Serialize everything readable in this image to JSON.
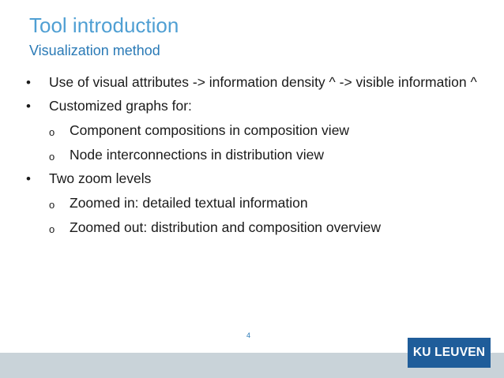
{
  "slide": {
    "title": "Tool introduction",
    "subtitle": "Visualization method",
    "items": [
      {
        "level": 1,
        "bullet": "•",
        "text": "Use of visual attributes -> information density ^ -> visible information ^"
      },
      {
        "level": 1,
        "bullet": "•",
        "text": "Customized graphs for:"
      },
      {
        "level": 2,
        "bullet": "o",
        "text": "Component compositions in composition view"
      },
      {
        "level": 2,
        "bullet": "o",
        "text": "Node interconnections in distribution view"
      },
      {
        "level": 1,
        "bullet": "•",
        "text": "Two zoom levels"
      },
      {
        "level": 2,
        "bullet": "o",
        "text": "Zoomed in: detailed textual information"
      },
      {
        "level": 2,
        "bullet": "o",
        "text": "Zoomed out: distribution and composition overview"
      }
    ],
    "page_number": "4",
    "logo_text": "KU LEUVEN"
  },
  "colors": {
    "title": "#4f9fd3",
    "subtitle": "#2a7ab6",
    "logo_bg": "#1f5d9a",
    "footer_bar": "#c9d3d9"
  }
}
